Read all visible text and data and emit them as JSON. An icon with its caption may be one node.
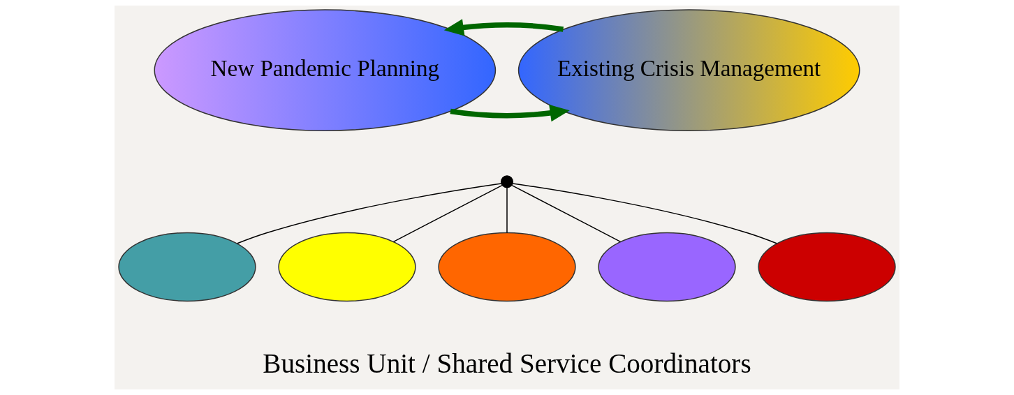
{
  "diagram": {
    "nodes": [
      {
        "text": [
          "New Pandemic Planning"
        ]
      },
      {
        "text": [
          "Existing Crisis Management"
        ]
      },
      {
        "text": [],
        "shape": "circle"
      },
      {
        "text": [],
        "shape": "ellipse"
      },
      {
        "text": [],
        "shape": "ellipse"
      },
      {
        "text": [],
        "shape": "ellipse"
      },
      {
        "text": [],
        "shape": "ellipse"
      },
      {
        "text": [],
        "shape": "ellipse"
      }
    ],
    "edges": [
      {
        "from": 0,
        "to": 1,
        "arrow": "to",
        "style": "thick",
        "color": "#006600"
      },
      {
        "from": 1,
        "to": 0,
        "arrow": "to",
        "style": "thick",
        "color": "#006600"
      },
      {
        "from": 2,
        "to": 3,
        "arrow": "none"
      },
      {
        "from": 2,
        "to": 4,
        "arrow": "none"
      },
      {
        "from": 2,
        "to": 5,
        "arrow": "none"
      },
      {
        "from": 2,
        "to": 6,
        "arrow": "none"
      },
      {
        "from": 2,
        "to": 7,
        "arrow": "none"
      }
    ],
    "labels": [
      "Business Unit / Shared Service Coordinators"
    ]
  }
}
